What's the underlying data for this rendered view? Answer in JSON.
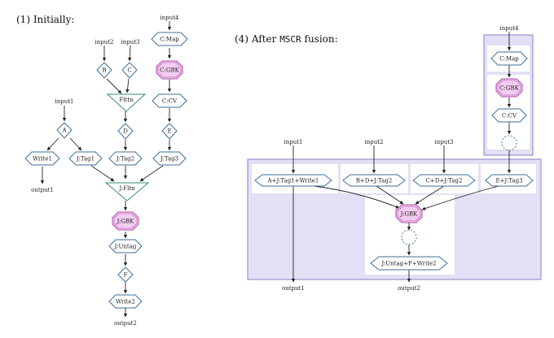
{
  "captions": {
    "initial": "(1) Initially:",
    "after_prefix": "(4) After ",
    "after_mono": "MSCR",
    "after_suffix": " fusion:"
  },
  "left": {
    "inputs": [
      "input1",
      "input2",
      "input3",
      "input4"
    ],
    "nodes": {
      "a": "A",
      "b": "B",
      "c": "C",
      "d": "D",
      "e": "E",
      "f": "F",
      "cmap": "C:Map",
      "cgbk": "C:GBK",
      "ccv": "C:CV",
      "flatten1": "Flttn",
      "flatten2": "J:Fltn",
      "write1": "Write1",
      "jtag1": "J:Tag1",
      "jtag2": "J:Tag2",
      "jtag3": "J:Tag3",
      "jgbk": "J:GBK",
      "juntag": "J:Untag",
      "write2": "Write2"
    },
    "outputs": [
      "output1",
      "output2"
    ]
  },
  "right": {
    "inputs": [
      "input1",
      "input2",
      "input3",
      "input4"
    ],
    "nodes": {
      "cmap": "C:Map",
      "cgbk": "C:GBK",
      "ccv": "C:CV",
      "m1": "A+J:Tag1+Write1",
      "m2": "B+D+J:Tag2",
      "m3": "C+D+J:Tag2",
      "m4": "E+J:Tag3",
      "jgbk": "J:GBK",
      "juntag": "J:Untag+F+Write2"
    },
    "outputs": [
      "output1",
      "output2"
    ]
  },
  "colors": {
    "node_stroke": "#3a6f9a",
    "gbk_fill": "#f3cdf0",
    "gbk_stroke": "#b04aa8",
    "mscr_fill": "#e2e0f4",
    "mscr_stroke": "#8a7fc6"
  }
}
